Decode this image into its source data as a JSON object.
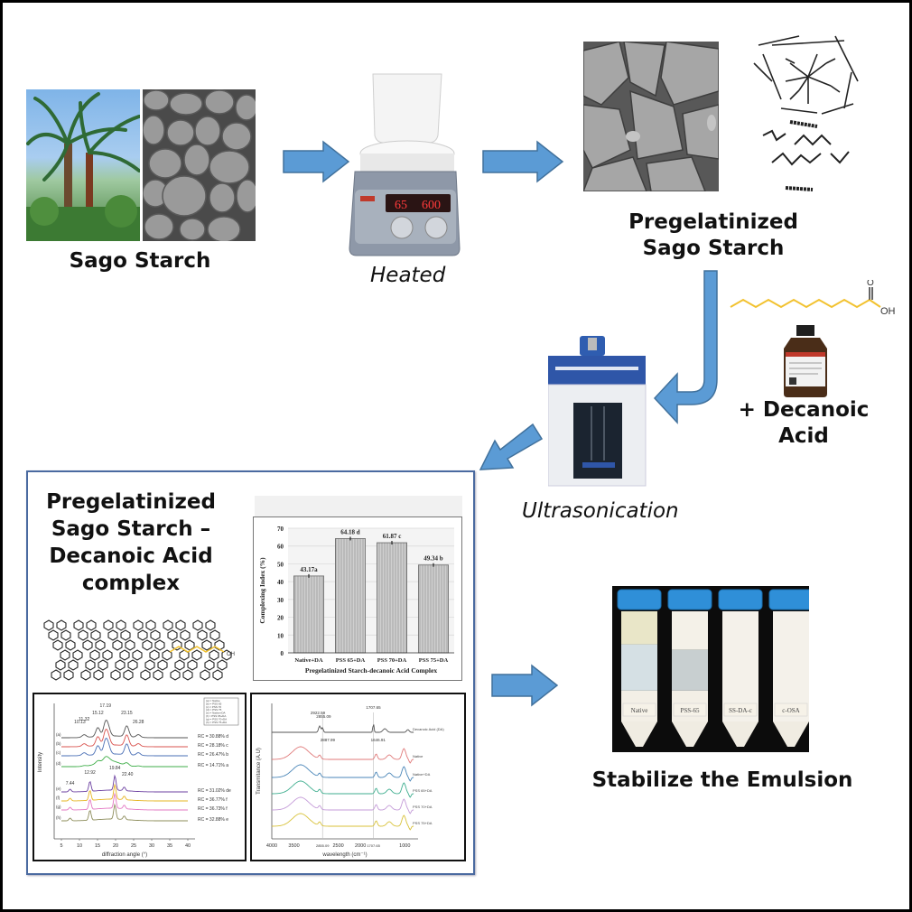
{
  "steps": {
    "sago_starch": {
      "label": "Sago Starch"
    },
    "heated": {
      "label": "Heated",
      "hotplate_display": [
        "65",
        "600"
      ]
    },
    "pregelatinized": {
      "label_line1": "Pregelatinized",
      "label_line2": "Sago Starch"
    },
    "decanoic_acid": {
      "label_line1": "+ Decanoic",
      "label_line2": "Acid",
      "structure_oh": "OH",
      "structure_o": "O"
    },
    "ultrasonication": {
      "label": "Ultrasonication"
    },
    "complex": {
      "label_lines": [
        "Pregelatinized",
        "Sago Starch –",
        "Decanoic Acid",
        "complex"
      ]
    },
    "emulsion": {
      "label": "Stabilize the Emulsion",
      "tube_labels": [
        "Native",
        "PSS-65",
        "SS-DA-c",
        "c-OSA"
      ]
    }
  },
  "colors": {
    "arrow": "#5b9bd5",
    "arrow_stroke": "#41719c",
    "panel_border": "#4a6aa0",
    "alkyl_chain": "#f2c230"
  },
  "chart_data": [
    {
      "type": "bar",
      "title": "",
      "xlabel": "Pregelatinized Starch-decanoic Acid Complex",
      "ylabel": "Complexing Index (%)",
      "categories": [
        "Native+DA",
        "PSS 65+DA",
        "PSS 70+DA",
        "PSS 75+DA"
      ],
      "values": [
        43.17,
        64.18,
        61.87,
        49.34
      ],
      "data_labels": [
        "43.17a",
        "64.18 d",
        "61.87 c",
        "49.34 b"
      ],
      "ylim": [
        0,
        70
      ],
      "yticks": [
        0,
        10,
        20,
        30,
        40,
        50,
        60,
        70
      ],
      "grid": true
    },
    {
      "type": "line",
      "title": "",
      "xlabel": "diffraction angle (°)",
      "ylabel": "Intensity",
      "xlim": [
        3,
        42
      ],
      "xticks": [
        5,
        10,
        15,
        20,
        25,
        30,
        35,
        40
      ],
      "series": [
        {
          "name": "(a) = Native",
          "tag": "(a)",
          "rc": "RC = 30.88% d",
          "color": "#555555"
        },
        {
          "name": "(b) = PSS 65",
          "tag": "(b)",
          "rc": "RC = 28.18% c",
          "color": "#d9534f"
        },
        {
          "name": "(c) = PSS 70",
          "tag": "(c)",
          "rc": "RC = 26.47% b",
          "color": "#4a6fb5"
        },
        {
          "name": "(d) = PSS 75",
          "tag": "(d)",
          "rc": "RC = 14.71% a",
          "color": "#3fae49"
        },
        {
          "name": "(e) = Native+DA",
          "tag": "(e)",
          "rc": "RC = 31.02% de",
          "color": "#6b3fa0"
        },
        {
          "name": "(f) = PSS 65+DA",
          "tag": "(f)",
          "rc": "RC = 36.77% f",
          "color": "#e6b422"
        },
        {
          "name": "(g) = PSS 70+DA",
          "tag": "(g)",
          "rc": "RC = 36.73% f",
          "color": "#e377c2"
        },
        {
          "name": "(h) = PSS 75+DA",
          "tag": "(h)",
          "rc": "RC = 32.88% e",
          "color": "#8c8c5a"
        }
      ],
      "peak_labels_top": [
        "10.13",
        "11.32",
        "15.12",
        "17.19",
        "23.15",
        "26.28"
      ],
      "peak_labels_bottom": [
        "7.44",
        "12.92",
        "19.84",
        "22.40"
      ],
      "legend": "top-right"
    },
    {
      "type": "line",
      "title": "",
      "xlabel": "wavelength (cm⁻¹)",
      "ylabel": "Transmitance (A.U)",
      "xlim": [
        4000,
        700
      ],
      "xticks": [
        "4000",
        "3500",
        "2855.09",
        "2500",
        "2000",
        "1707.65",
        "1000"
      ],
      "series": [
        {
          "name": "Decanoic Acid (DA)",
          "color": "#555555"
        },
        {
          "name": "Native",
          "color": "#e07a7a"
        },
        {
          "name": "Native+DA",
          "color": "#4a86b8"
        },
        {
          "name": "PSS 65+DA",
          "color": "#3fae8f"
        },
        {
          "name": "PSS 70+DA",
          "color": "#c49bd8"
        },
        {
          "name": "PSS 75+DA",
          "color": "#d8c23a"
        }
      ],
      "peak_labels": [
        "2922.59",
        "2855.09",
        "2887.99",
        "1707.65",
        "1646.91"
      ]
    }
  ]
}
